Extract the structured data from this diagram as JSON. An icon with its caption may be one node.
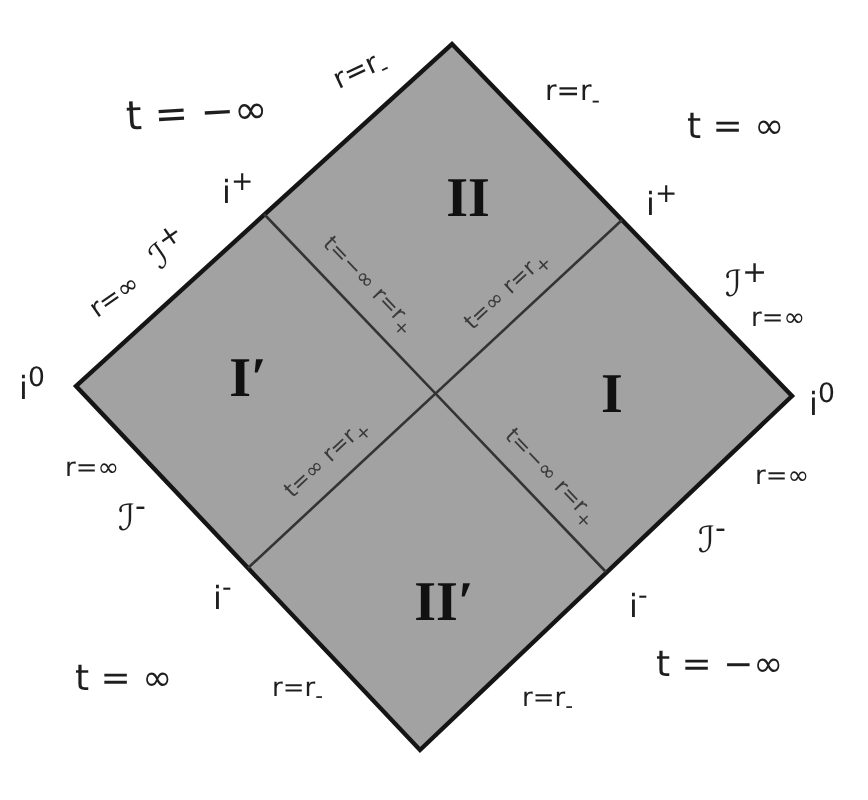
{
  "diagram": {
    "nodes": [
      {
        "text": [
          "II"
        ]
      },
      {
        "text": [
          "I′"
        ]
      },
      {
        "text": [
          "I"
        ]
      },
      {
        "text": [
          "II′"
        ]
      }
    ],
    "labels": [
      "t = −∞",
      "r=r$_{-}$",
      "r=r$_{-}$",
      "t = ∞",
      "i$^{+}$",
      "i$^{+}$",
      "r=∞",
      "ℐ$^{+}$",
      "ℐ$^{+}$",
      "r=∞",
      "t=−∞ r=r$_{+}$",
      "t=∞ r=r$_{+}$",
      "i$^{0}$",
      "i$^{0}$",
      "r=∞",
      "ℐ$^{-}$",
      "t=∞ r=r$_{+}$",
      "t=−∞ r=r$_{+}$",
      "r=∞",
      "ℐ$^{-}$",
      "i$^{-}$",
      "i$^{-}$",
      "t = ∞",
      "r=r$_{-}$",
      "r=r$_{-}$",
      "t = −∞"
    ]
  }
}
